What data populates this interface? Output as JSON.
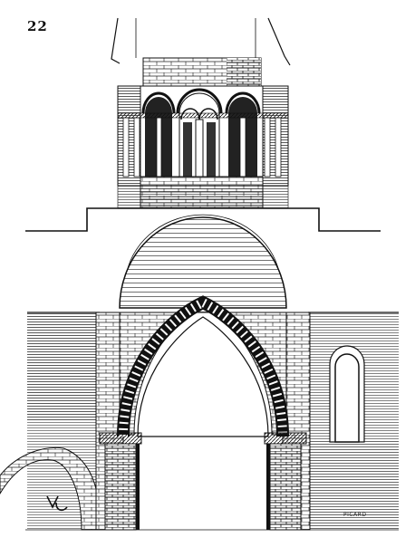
{
  "plate": {
    "number": "22",
    "engraver_signature": "PICARD",
    "monogram": "VL",
    "colors": {
      "ink": "#111111",
      "paper": "#ffffff"
    }
  }
}
